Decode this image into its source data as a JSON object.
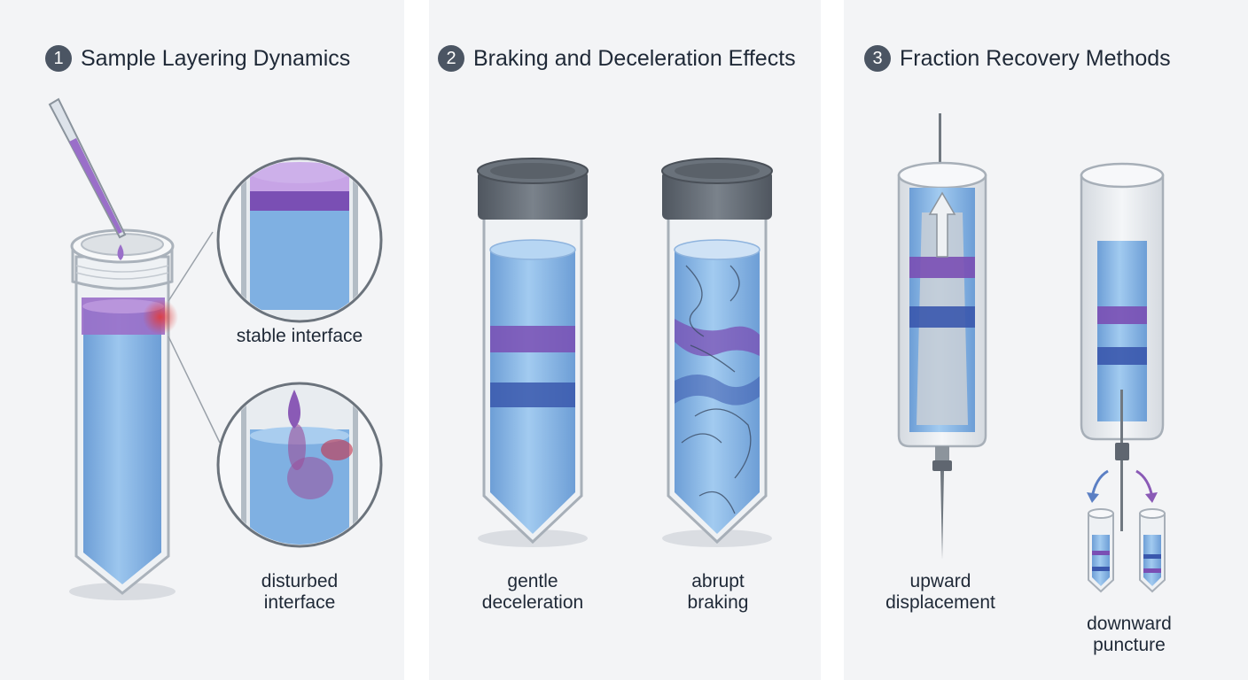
{
  "colors": {
    "panel_bg": "#f3f4f6",
    "liquid": "#8ab8e6",
    "purple_band": "#7e50b3",
    "blue_band": "#3553a8",
    "cap": "#5f6670",
    "badge": "#4b5563"
  },
  "panels": [
    {
      "number": "1",
      "title": "Sample Layering Dynamics",
      "labels": {
        "top": "stable interface",
        "bottom": "disturbed\ninterface"
      }
    },
    {
      "number": "2",
      "title": "Braking and Deceleration Effects",
      "labels": {
        "left": "gentle\ndeceleration",
        "right": "abrupt\nbraking"
      }
    },
    {
      "number": "3",
      "title": "Fraction Recovery Methods",
      "labels": {
        "left": "upward\ndisplacement",
        "right": "downward\npuncture"
      }
    }
  ]
}
